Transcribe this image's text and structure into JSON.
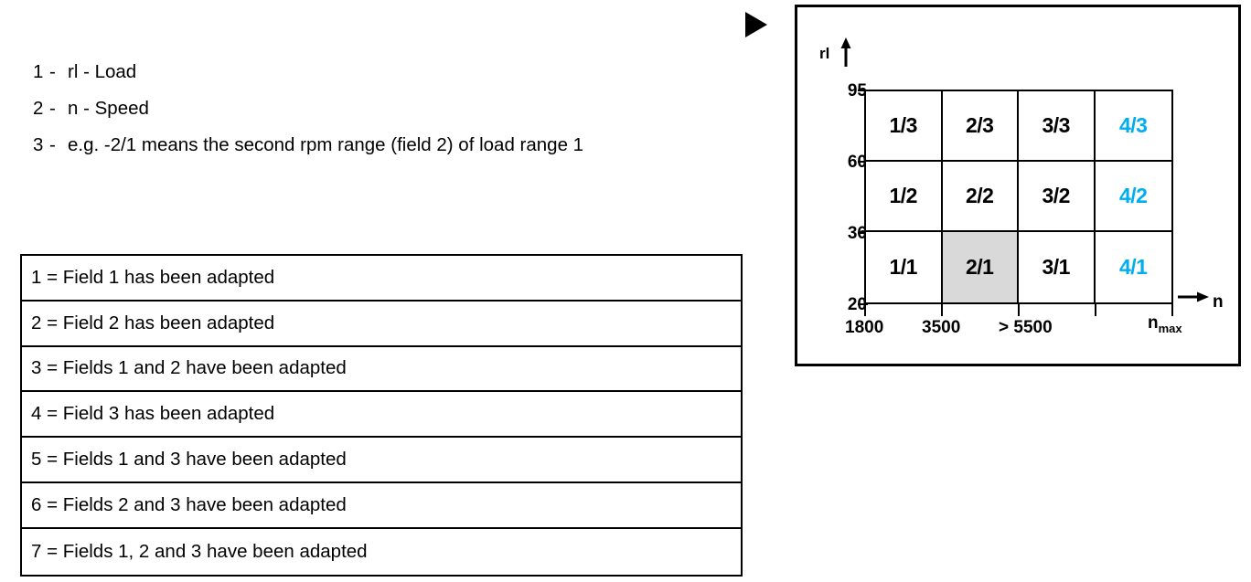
{
  "legend_notes": [
    {
      "num": "1",
      "dash": "-",
      "text": "rl - Load"
    },
    {
      "num": "2",
      "dash": "-",
      "text": "n - Speed"
    },
    {
      "num": "3",
      "dash": "-",
      "text": "e.g. -2/1 means the second rpm range (field 2) of load range 1"
    }
  ],
  "adaptation_table": {
    "rows": [
      "1 = Field 1 has been adapted",
      "2 = Field 2 has been adapted",
      "3 = Fields 1 and 2 have been adapted",
      "4 = Field 3 has been adapted",
      "5 = Fields 1 and 3 have been adapted",
      "6 = Fields 2 and 3 have been adapted",
      "7 = Fields 1, 2 and 3 have been adapted"
    ]
  },
  "pointer": {
    "icon": "play-triangle-icon"
  },
  "diagram": {
    "y_axis": {
      "caption": "rl",
      "arrow_icon": "arrow-up-icon",
      "ticks": [
        "95",
        "60",
        "36",
        "20"
      ]
    },
    "x_axis": {
      "caption": "n",
      "arrow_icon": "arrow-right-icon",
      "max_label": "n",
      "max_subscript": "max",
      "ticks": [
        "1800",
        "3500",
        "> 5500"
      ]
    },
    "accent_color": "#00aeef",
    "shaded_color": "#d9d9d9",
    "cells": [
      {
        "label": "1/3",
        "accent": false,
        "shaded": false
      },
      {
        "label": "2/3",
        "accent": false,
        "shaded": false
      },
      {
        "label": "3/3",
        "accent": false,
        "shaded": false
      },
      {
        "label": "4/3",
        "accent": true,
        "shaded": false
      },
      {
        "label": "1/2",
        "accent": false,
        "shaded": false
      },
      {
        "label": "2/2",
        "accent": false,
        "shaded": false
      },
      {
        "label": "3/2",
        "accent": false,
        "shaded": false
      },
      {
        "label": "4/2",
        "accent": true,
        "shaded": false
      },
      {
        "label": "1/1",
        "accent": false,
        "shaded": false
      },
      {
        "label": "2/1",
        "accent": false,
        "shaded": true
      },
      {
        "label": "3/1",
        "accent": false,
        "shaded": false
      },
      {
        "label": "4/1",
        "accent": true,
        "shaded": false
      }
    ]
  },
  "chart_data": {
    "type": "heatmap",
    "title": "",
    "xlabel": "n",
    "ylabel": "rl",
    "x_tick_labels": [
      "1800",
      "3500",
      "> 5500",
      "n max"
    ],
    "y_tick_labels": [
      "20",
      "36",
      "60",
      "95"
    ],
    "columns": 4,
    "rows": 3,
    "cell_labels": [
      [
        "1/3",
        "2/3",
        "3/3",
        "4/3"
      ],
      [
        "1/2",
        "2/2",
        "3/2",
        "4/2"
      ],
      [
        "1/1",
        "2/1",
        "3/1",
        "4/1"
      ]
    ],
    "highlighted_cells": [
      "2/1"
    ],
    "accent_cells": [
      "4/3",
      "4/2",
      "4/1"
    ],
    "grid": true,
    "legend": "none"
  }
}
